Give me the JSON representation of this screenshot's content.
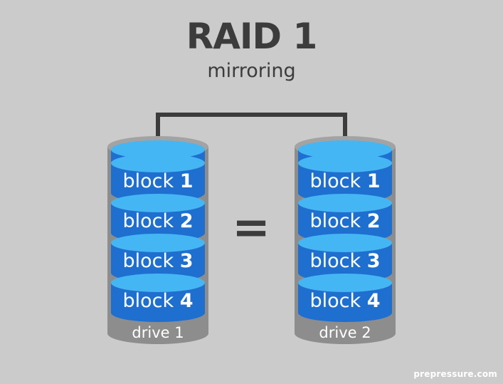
{
  "title": "RAID 1",
  "subtitle": "mirroring",
  "equals_sign": "=",
  "watermark": "prepressure.com",
  "colors": {
    "background": "#cbcbcb",
    "platter_top": "#45b6f4",
    "platter_side": "#1e6fcf",
    "drive_body": "#8d8d8d",
    "connector": "#3c3c3c"
  },
  "drives": [
    {
      "label": "drive 1",
      "blocks": [
        {
          "word": "block",
          "num": "1"
        },
        {
          "word": "block",
          "num": "2"
        },
        {
          "word": "block",
          "num": "3"
        },
        {
          "word": "block",
          "num": "4"
        }
      ]
    },
    {
      "label": "drive 2",
      "blocks": [
        {
          "word": "block",
          "num": "1"
        },
        {
          "word": "block",
          "num": "2"
        },
        {
          "word": "block",
          "num": "3"
        },
        {
          "word": "block",
          "num": "4"
        }
      ]
    }
  ]
}
